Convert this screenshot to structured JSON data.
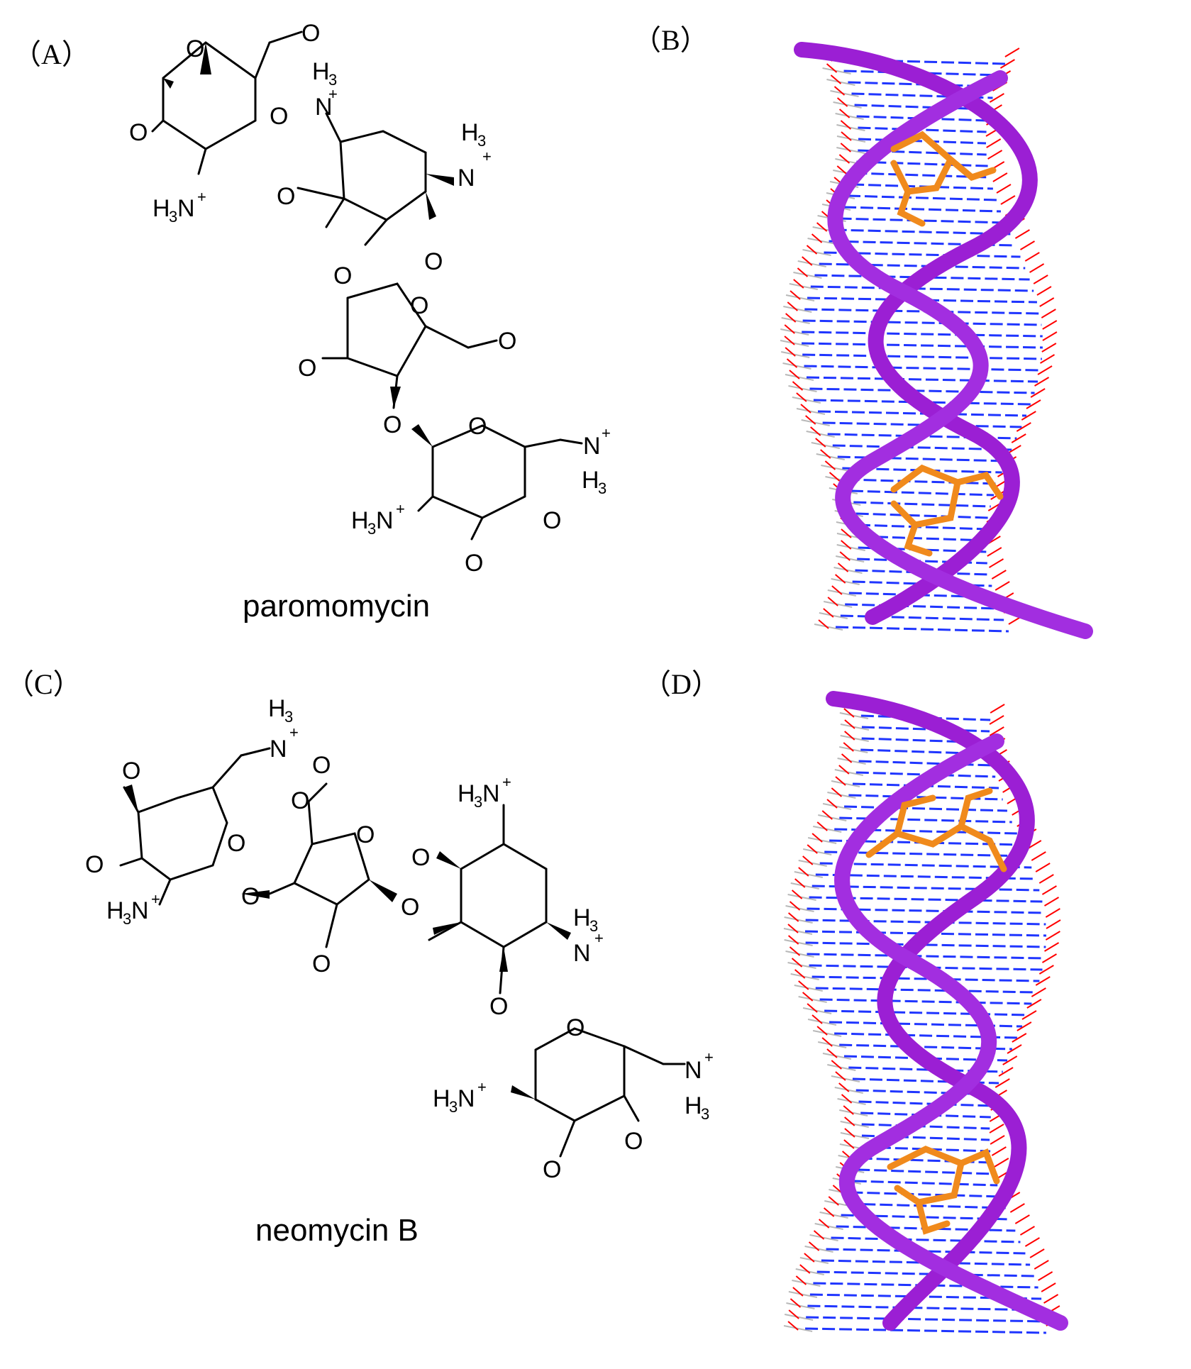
{
  "panels": {
    "a": {
      "label": "（A）",
      "caption": "paromomycin"
    },
    "b": {
      "label": "（B）"
    },
    "c": {
      "label": "（C）",
      "caption": "neomycin B"
    },
    "d": {
      "label": "（D）"
    }
  },
  "atoms": {
    "oxygen": "O",
    "nitrogen": "N",
    "hydrogen": "H",
    "sub3": "3",
    "plus": "+"
  },
  "colors": {
    "backbone": "#9b1fd4",
    "ligand": "#f08a1c",
    "phosphate": "#ff0000",
    "base": "#1f35ff",
    "sugar": "#b8b8b8"
  }
}
